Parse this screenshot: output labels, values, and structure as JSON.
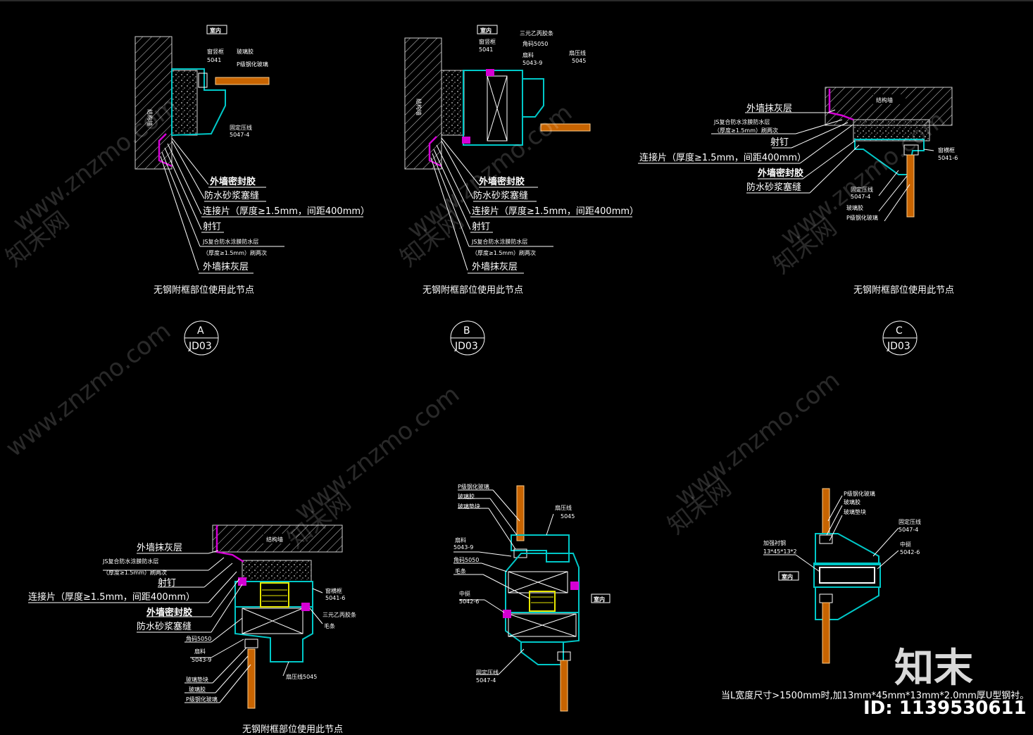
{
  "detail_a": {
    "indoor": "室内",
    "wall": "结构墙",
    "frame": "窗竖框",
    "frame_code": "5041",
    "glass_glue": "玻璃胶",
    "glass": "P级钢化玻璃",
    "bead": "固定压线",
    "bead_code": "5047-4",
    "labels": [
      "外墙密封胶",
      "防水砂浆塞缝",
      "连接片（厚度≥1.5mm，间距400mm）",
      "射钉",
      "JS复合防水涂膜防水层",
      "（厚度≥1.5mm）刷两次",
      "外墙抹灰层"
    ],
    "caption": "无钢附框部位使用此节点",
    "marker_letter": "A",
    "marker_sheet": "JD03"
  },
  "detail_b": {
    "indoor": "室内",
    "wall": "结构墙",
    "frame": "窗竖框",
    "frame_code": "5041",
    "epdm": "三元乙丙胶条",
    "corner": "角码5050",
    "sash": "扇料",
    "sash_code": "5043-9",
    "sash_bead": "扇压线",
    "sash_bead_code": "5045",
    "labels": [
      "外墙密封胶",
      "防水砂浆塞缝",
      "连接片（厚度≥1.5mm，间距400mm）",
      "射钉",
      "JS复合防水涂膜防水层",
      "（厚度≥1.5mm）刷两次",
      "外墙抹灰层"
    ],
    "caption": "无钢附框部位使用此节点",
    "marker_letter": "B",
    "marker_sheet": "JD03"
  },
  "detail_c": {
    "wall": "结构墙",
    "labels": [
      "外墙抹灰层",
      "JS复合防水涂膜防水层",
      "（厚度≥1.5mm）刷两次",
      "射钉",
      "连接片（厚度≥1.5mm，间距400mm）",
      "外墙密封胶",
      "防水砂浆塞缝"
    ],
    "frame": "窗横框",
    "frame_code": "5041-6",
    "bead": "固定压线",
    "bead_code": "5047-4",
    "glass_glue": "玻璃胶",
    "glass": "P级钢化玻璃",
    "caption": "无钢附框部位使用此节点",
    "marker_letter": "C",
    "marker_sheet": "JD03"
  },
  "detail_d": {
    "wall": "结构墙",
    "labels": [
      "外墙抹灰层",
      "JS复合防水涂膜防水层",
      "（厚度≥1.5mm）刷两次",
      "射钉",
      "连接片（厚度≥1.5mm，间距400mm）",
      "外墙密封胶",
      "防水砂浆塞缝"
    ],
    "frame": "窗横框",
    "frame_code": "5041-6",
    "epdm": "三元乙丙胶条",
    "brush": "毛条",
    "corner": "角码5050",
    "sash": "扇料",
    "sash_code": "5043-9",
    "sash_bead": "扇压线5045",
    "bottom_labels": [
      "玻璃垫块",
      "玻璃胶",
      "P级钢化玻璃"
    ],
    "caption": "无钢附框部位使用此节点"
  },
  "detail_e": {
    "top_labels": [
      "P级钢化玻璃",
      "玻璃胶",
      "玻璃垫块"
    ],
    "sash_bead": "扇压线",
    "sash_bead_code": "5045",
    "sash": "扇料",
    "sash_code": "5043-9",
    "corner": "角码5050",
    "brush": "毛条",
    "mullion": "中挺",
    "mullion_code": "5042-6",
    "indoor": "室内",
    "bead": "固定压线",
    "bead_code": "5047-4"
  },
  "detail_f": {
    "top_labels": [
      "P级钢化玻璃",
      "玻璃胶",
      "玻璃垫块"
    ],
    "steel": "加强衬钢",
    "steel_size": "13*45*13*2",
    "bead": "固定压线",
    "bead_code": "5047-4",
    "mullion": "中挺",
    "mullion_code": "5042-6",
    "indoor": "室内",
    "note": "当L宽度尺寸>1500mm时,加13mm*45mm*13mm*2.0mm厚U型钢衬。"
  },
  "watermark": {
    "site": "www.znzmo.com",
    "site_short": "znzmo.com",
    "cn": "知末网",
    "logo": "知末",
    "id": "ID: 1139530611"
  },
  "colors": {
    "line": "#00c8c8",
    "seal": "#d400d4",
    "glass_core": "#c86400",
    "gasket": "#e6e600",
    "text": "#ffffff"
  }
}
